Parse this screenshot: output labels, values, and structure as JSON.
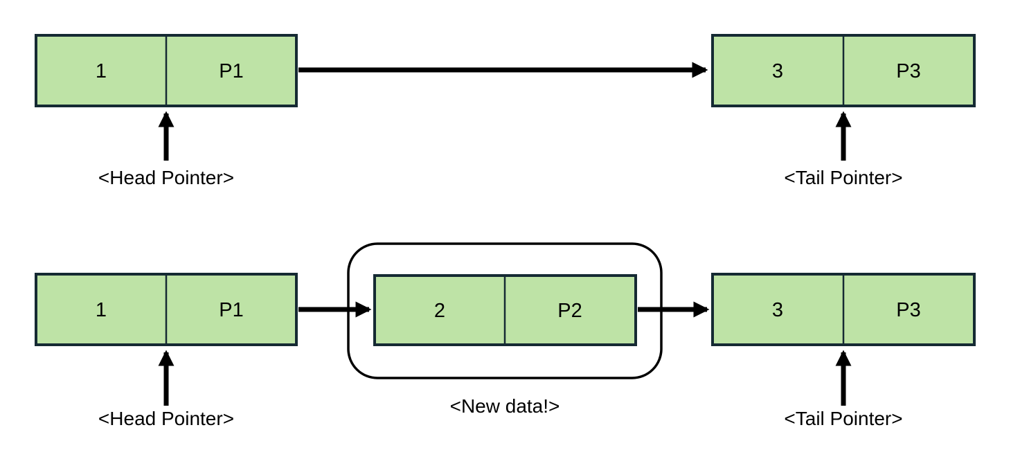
{
  "colors": {
    "background": "#ffffff",
    "node_fill": "#bee3a6",
    "node_border": "#152a33",
    "arrow": "#000000",
    "label_text": "#000000",
    "highlight_outline": "#000000"
  },
  "diagram": {
    "top_list": {
      "node1": {
        "data": "1",
        "pointer": "P1"
      },
      "node3": {
        "data": "3",
        "pointer": "P3"
      },
      "head_label": "<Head Pointer>",
      "tail_label": "<Tail Pointer>"
    },
    "bottom_list": {
      "node1": {
        "data": "1",
        "pointer": "P1"
      },
      "node2": {
        "data": "2",
        "pointer": "P2"
      },
      "node3": {
        "data": "3",
        "pointer": "P3"
      },
      "head_label": "<Head Pointer>",
      "tail_label": "<Tail Pointer>",
      "new_data_label": "<New data!>"
    }
  }
}
